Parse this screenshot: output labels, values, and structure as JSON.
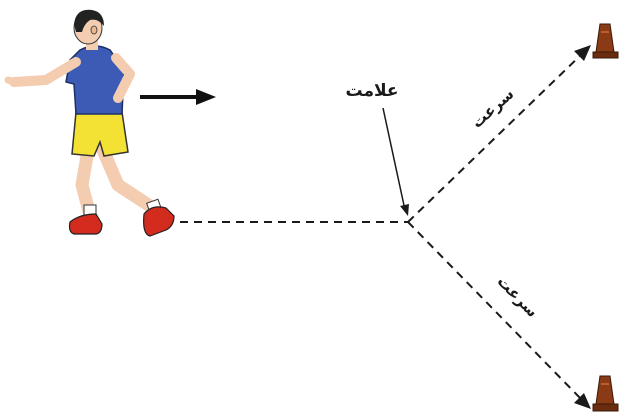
{
  "labels": {
    "marker": "علامت",
    "speed_upper": "سرعت",
    "speed_lower": "سرعت"
  },
  "colors": {
    "shirt": "#3b5bb5",
    "shorts": "#f3e133",
    "shoes": "#d32b1e",
    "skin": "#f4ccb0",
    "hair": "#222222",
    "cone": "#8a3a14",
    "line": "#1a1a1a"
  },
  "icons": [
    "runner-figure",
    "direction-arrow-icon",
    "cone-icon"
  ]
}
